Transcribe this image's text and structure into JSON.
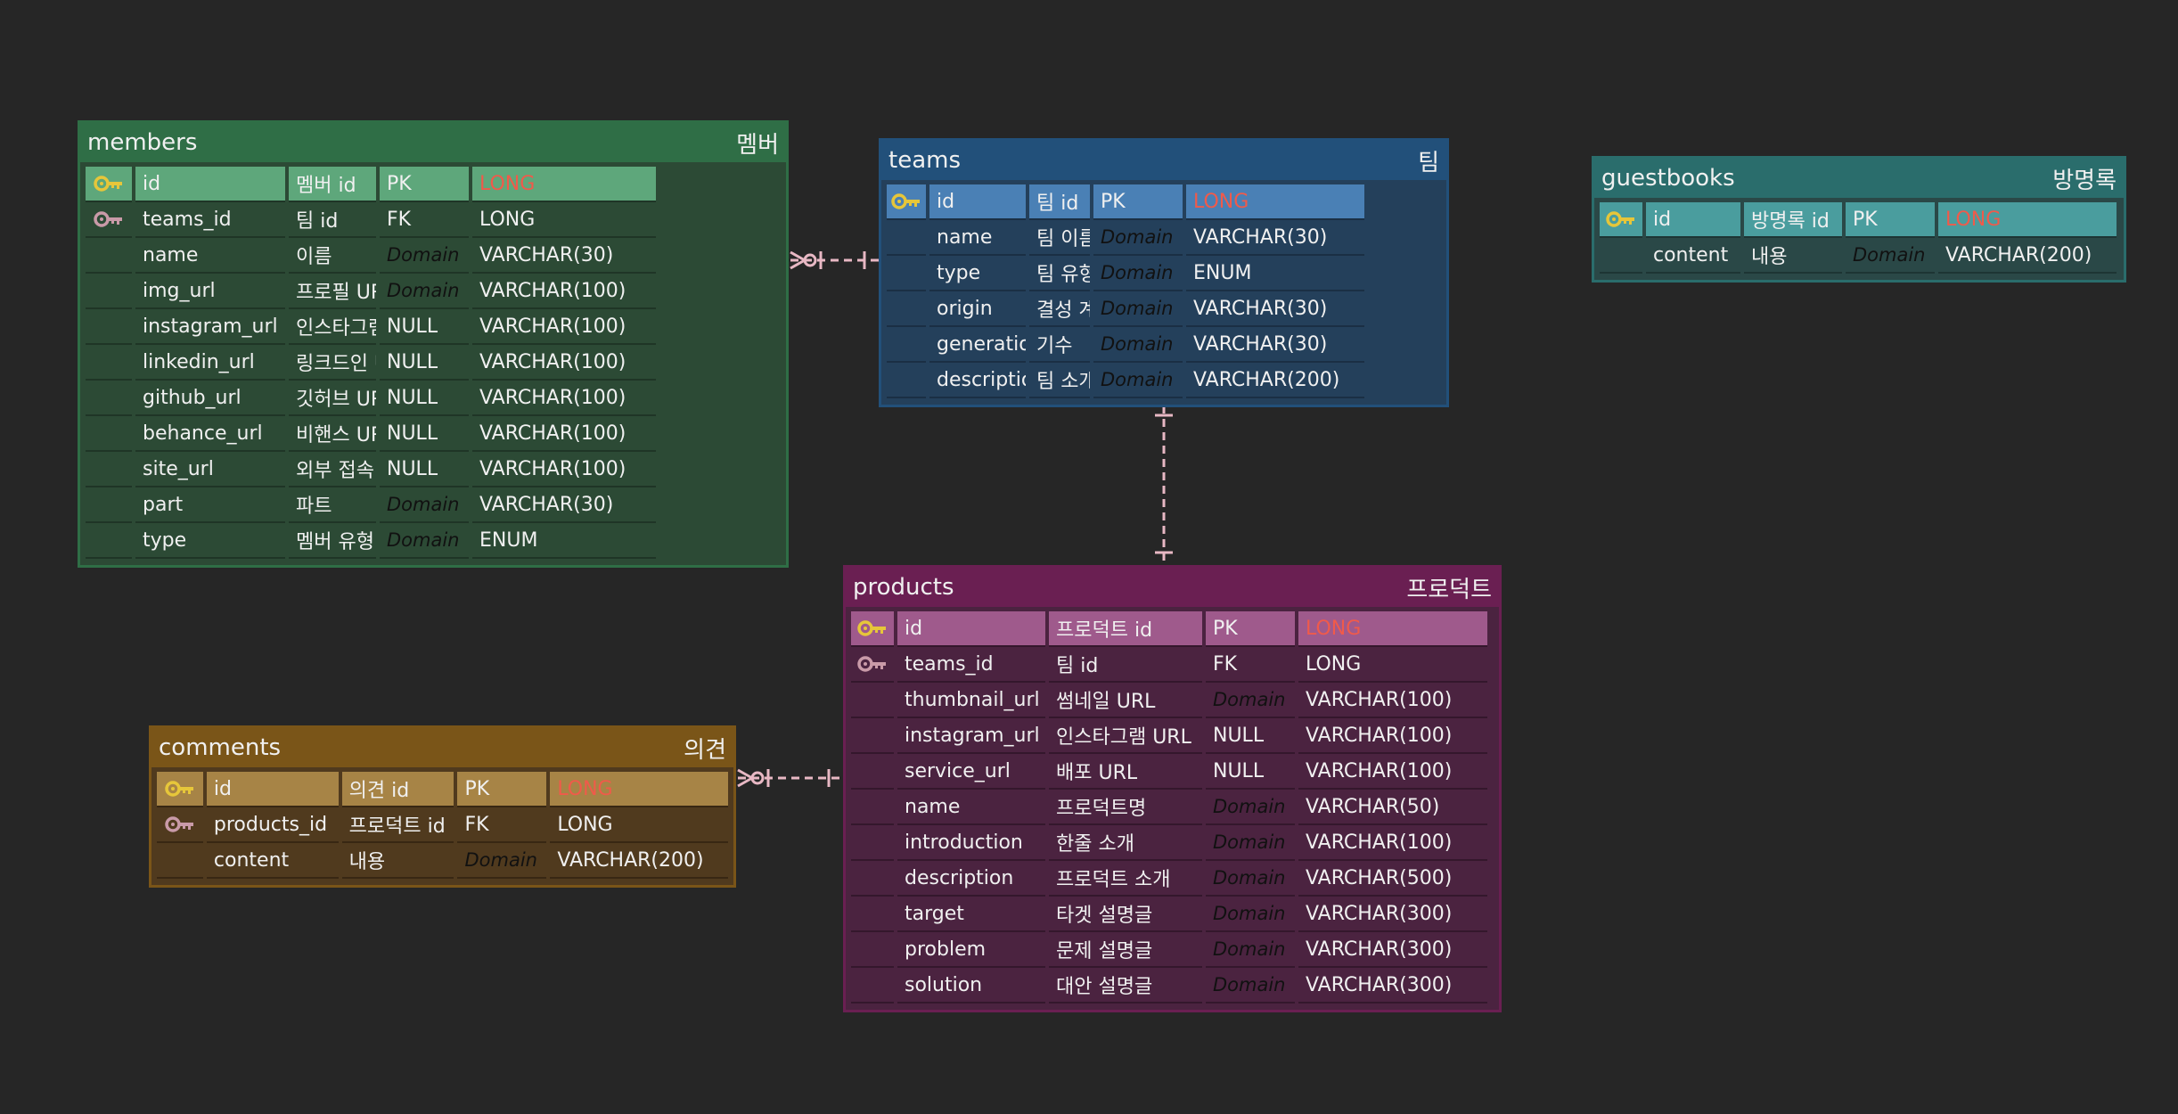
{
  "tables": [
    {
      "name": "members",
      "label": "멤버",
      "columns": [
        {
          "key": "primary-key",
          "field": "id",
          "desc": "멤버 id",
          "null": "PK",
          "type": "LONG"
        },
        {
          "key": "foreign-key",
          "field": "teams_id",
          "desc": "팀 id",
          "null": "FK",
          "type": "LONG"
        },
        {
          "key": "",
          "field": "name",
          "desc": "이름",
          "null": "Domain",
          "type": "VARCHAR(30)"
        },
        {
          "key": "",
          "field": "img_url",
          "desc": "프로필 URL",
          "null": "Domain",
          "type": "VARCHAR(100)"
        },
        {
          "key": "",
          "field": "instagram_url",
          "desc": "인스타그램 URL",
          "null": "NULL",
          "type": "VARCHAR(100)"
        },
        {
          "key": "",
          "field": "linkedin_url",
          "desc": "링크드인 URL",
          "null": "NULL",
          "type": "VARCHAR(100)"
        },
        {
          "key": "",
          "field": "github_url",
          "desc": "깃허브 URL",
          "null": "NULL",
          "type": "VARCHAR(100)"
        },
        {
          "key": "",
          "field": "behance_url",
          "desc": "비핸스 URL",
          "null": "NULL",
          "type": "VARCHAR(100)"
        },
        {
          "key": "",
          "field": "site_url",
          "desc": "외부 접속 URL (후원사)",
          "null": "NULL",
          "type": "VARCHAR(100)"
        },
        {
          "key": "",
          "field": "part",
          "desc": "파트",
          "null": "Domain",
          "type": "VARCHAR(30)"
        },
        {
          "key": "",
          "field": "type",
          "desc": "멤버 유형",
          "null": "Domain",
          "type": "ENUM"
        }
      ]
    },
    {
      "name": "teams",
      "label": "팀",
      "columns": [
        {
          "key": "primary-key",
          "field": "id",
          "desc": "팀 id",
          "null": "PK",
          "type": "LONG"
        },
        {
          "key": "",
          "field": "name",
          "desc": "팀 이름",
          "null": "Domain",
          "type": "VARCHAR(30)"
        },
        {
          "key": "",
          "field": "type",
          "desc": "팀 유형",
          "null": "Domain",
          "type": "ENUM"
        },
        {
          "key": "",
          "field": "origin",
          "desc": "결성 계기",
          "null": "Domain",
          "type": "VARCHAR(30)"
        },
        {
          "key": "",
          "field": "generation",
          "desc": "기수",
          "null": "Domain",
          "type": "VARCHAR(30)"
        },
        {
          "key": "",
          "field": "description",
          "desc": "팀 소개",
          "null": "Domain",
          "type": "VARCHAR(200)"
        }
      ]
    },
    {
      "name": "guestbooks",
      "label": "방명록",
      "columns": [
        {
          "key": "primary-key",
          "field": "id",
          "desc": "방명록 id",
          "null": "PK",
          "type": "LONG"
        },
        {
          "key": "",
          "field": "content",
          "desc": "내용",
          "null": "Domain",
          "type": "VARCHAR(200)"
        }
      ]
    },
    {
      "name": "products",
      "label": "프로덕트",
      "columns": [
        {
          "key": "primary-key",
          "field": "id",
          "desc": "프로덕트 id",
          "null": "PK",
          "type": "LONG"
        },
        {
          "key": "foreign-key",
          "field": "teams_id",
          "desc": "팀 id",
          "null": "FK",
          "type": "LONG"
        },
        {
          "key": "",
          "field": "thumbnail_url",
          "desc": "썸네일 URL",
          "null": "Domain",
          "type": "VARCHAR(100)"
        },
        {
          "key": "",
          "field": "instagram_url",
          "desc": "인스타그램 URL",
          "null": "NULL",
          "type": "VARCHAR(100)"
        },
        {
          "key": "",
          "field": "service_url",
          "desc": "배포 URL",
          "null": "NULL",
          "type": "VARCHAR(100)"
        },
        {
          "key": "",
          "field": "name",
          "desc": "프로덕트명",
          "null": "Domain",
          "type": "VARCHAR(50)"
        },
        {
          "key": "",
          "field": "introduction",
          "desc": "한줄 소개",
          "null": "Domain",
          "type": "VARCHAR(100)"
        },
        {
          "key": "",
          "field": "description",
          "desc": "프로덕트 소개",
          "null": "Domain",
          "type": "VARCHAR(500)"
        },
        {
          "key": "",
          "field": "target",
          "desc": "타겟 설명글",
          "null": "Domain",
          "type": "VARCHAR(300)"
        },
        {
          "key": "",
          "field": "problem",
          "desc": "문제 설명글",
          "null": "Domain",
          "type": "VARCHAR(300)"
        },
        {
          "key": "",
          "field": "solution",
          "desc": "대안 설명글",
          "null": "Domain",
          "type": "VARCHAR(300)"
        }
      ]
    },
    {
      "name": "comments",
      "label": "의견",
      "columns": [
        {
          "key": "primary-key",
          "field": "id",
          "desc": "의견 id",
          "null": "PK",
          "type": "LONG"
        },
        {
          "key": "foreign-key",
          "field": "products_id",
          "desc": "프로덕트 id",
          "null": "FK",
          "type": "LONG"
        },
        {
          "key": "",
          "field": "content",
          "desc": "내용",
          "null": "Domain",
          "type": "VARCHAR(200)"
        }
      ]
    }
  ],
  "relationships": [
    {
      "from": "teams",
      "to": "members",
      "from_cardinality": "one",
      "to_cardinality": "zero-or-many"
    },
    {
      "from": "teams",
      "to": "products",
      "from_cardinality": "one",
      "to_cardinality": "one"
    },
    {
      "from": "products",
      "to": "comments",
      "from_cardinality": "one",
      "to_cardinality": "zero-or-many"
    }
  ],
  "colors": {
    "background": "#262626",
    "members": "#2f6e46",
    "teams": "#22507a",
    "guestbooks": "#2a6d6c",
    "products": "#6a1f52",
    "comments": "#7a5518",
    "pk_type_text": "#f05a4a",
    "primary_key_icon": "#e6c63a",
    "foreign_key_icon": "#c99aa8",
    "connector": "#e8b8c4"
  }
}
